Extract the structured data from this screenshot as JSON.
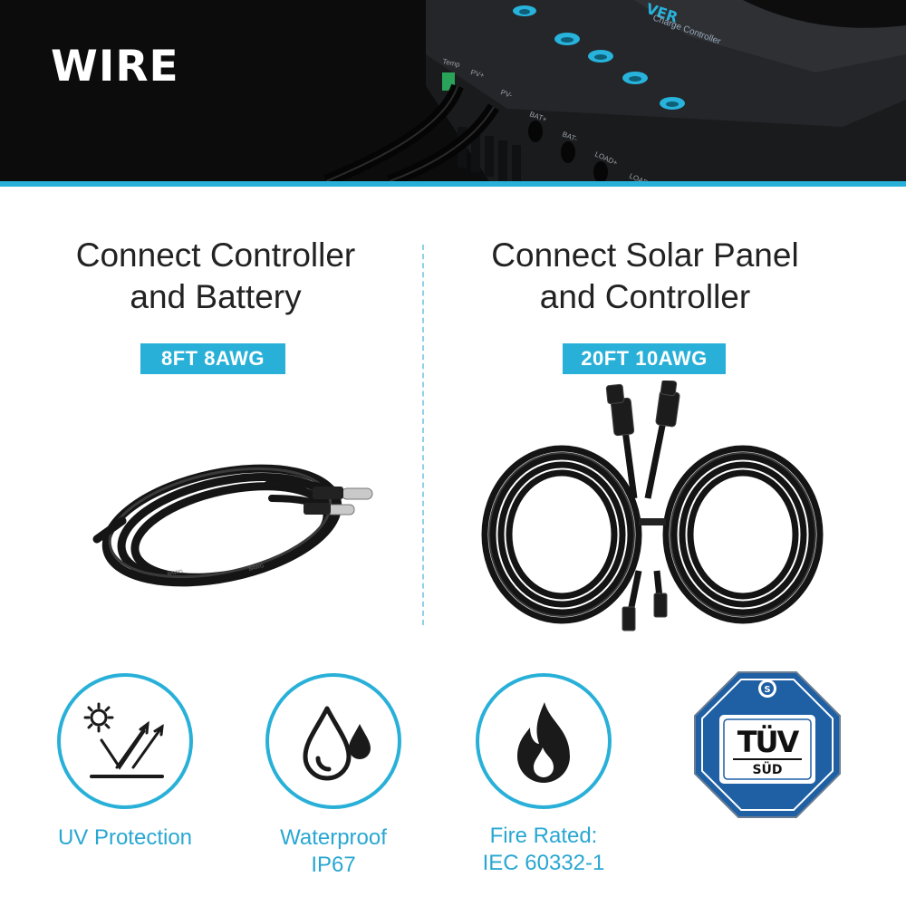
{
  "header": {
    "title": "WIRE",
    "controller_labels": [
      "Temp",
      "PV+",
      "PV-",
      "BAT+",
      "BAT-",
      "LOAD+",
      "LOAD-"
    ],
    "product_text": "Charge Controller"
  },
  "left": {
    "title_line1": "Connect Controller",
    "title_line2": "and Battery",
    "badge": "8FT 8AWG",
    "image_icon": "battery-cable-icon"
  },
  "right": {
    "title_line1": "Connect Solar Panel",
    "title_line2": "and Controller",
    "badge": "20FT 10AWG",
    "image_icon": "solar-cable-icon"
  },
  "features": [
    {
      "icon": "uv-protection-icon",
      "line1": "UV Protection",
      "line2": ""
    },
    {
      "icon": "water-drop-icon",
      "line1": "Waterproof",
      "line2": "IP67"
    },
    {
      "icon": "flame-icon",
      "line1": "Fire Rated:",
      "line2": "IEC 60332-1"
    }
  ],
  "certification": {
    "mark": "TÜV",
    "sub": "SÜD",
    "icon": "tuv-sud-icon"
  },
  "colors": {
    "accent": "#29b0d8",
    "header_bg": "#0c0c0c",
    "text": "#222222"
  }
}
